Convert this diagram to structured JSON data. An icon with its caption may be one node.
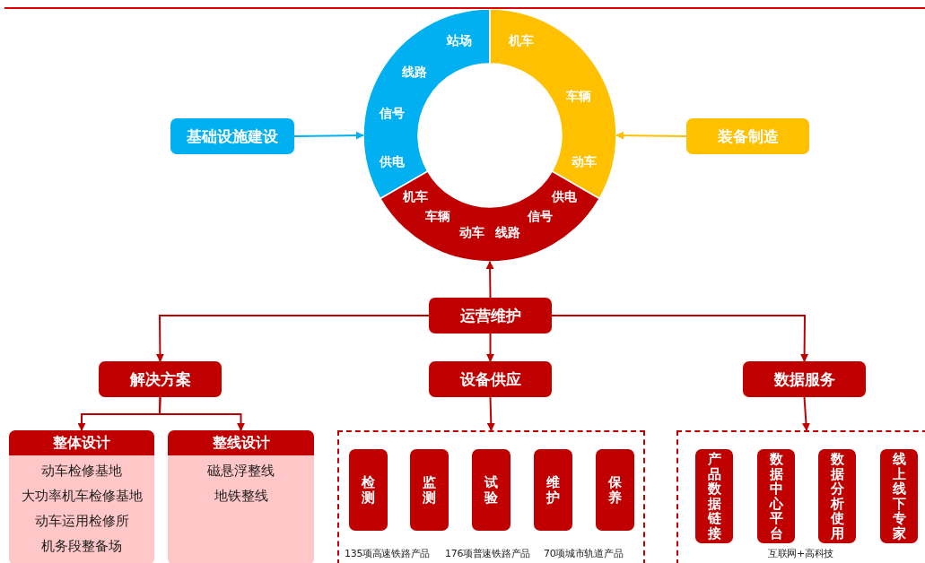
{
  "diagram": {
    "nodes": [
      {
        "text": [
          "站场",
          "线路",
          "信号",
          "供电"
        ]
      },
      {
        "text": [
          "机车",
          "车辆",
          "动车"
        ]
      },
      {
        "text": [
          "机车",
          "车辆",
          "动车",
          "线路",
          "信号",
          "供电"
        ]
      },
      {
        "text": [
          "基础设施建设"
        ]
      },
      {
        "text": [
          "装备制造"
        ]
      },
      {
        "text": [
          "运营维护"
        ]
      },
      {
        "text": [
          "解决方案"
        ]
      },
      {
        "text": [
          "设备供应"
        ]
      },
      {
        "text": [
          "数据服务"
        ]
      },
      {
        "text": [
          "整体设计",
          "动车检修基地",
          "大功率机车检修基地",
          "动车运用检修所",
          "机务段整备场"
        ]
      },
      {
        "text": [
          "整线设计",
          "磁悬浮整线",
          "地铁整线"
        ]
      },
      {
        "text": [
          "135项高速铁路产品",
          "176项普速铁路产品",
          "70项城市轨道产品"
        ]
      },
      {
        "text": [
          "检测"
        ],
        "in": 11
      },
      {
        "text": [
          "监测"
        ],
        "in": 11
      },
      {
        "text": [
          "试验"
        ],
        "in": 11
      },
      {
        "text": [
          "维护"
        ],
        "in": 11
      },
      {
        "text": [
          "保养"
        ],
        "in": 11
      },
      {
        "text": [
          "互联网+高科技"
        ]
      },
      {
        "text": [
          "产品数据链接"
        ],
        "in": 17
      },
      {
        "text": [
          "数据中心平台"
        ],
        "in": 17
      },
      {
        "text": [
          "数据分析使用"
        ],
        "in": 17
      },
      {
        "text": [
          "线上线下专家"
        ],
        "in": 17
      }
    ],
    "edges": [
      {
        "from": 3,
        "to": 0,
        "arrow": "to",
        "color": "#00b0f0"
      },
      {
        "from": 4,
        "to": 1,
        "arrow": "to",
        "color": "#ffc000"
      },
      {
        "from": 5,
        "to": 2,
        "arrow": "to"
      },
      {
        "from": 5,
        "to": 6,
        "arrow": "to"
      },
      {
        "from": 5,
        "to": 7,
        "arrow": "to"
      },
      {
        "from": 5,
        "to": 8,
        "arrow": "to"
      },
      {
        "from": 6,
        "to": 9,
        "arrow": "to"
      },
      {
        "from": 6,
        "to": 10,
        "arrow": "to"
      },
      {
        "from": 7,
        "to": 11,
        "arrow": "to"
      },
      {
        "from": 8,
        "to": 17,
        "arrow": "to"
      }
    ]
  }
}
